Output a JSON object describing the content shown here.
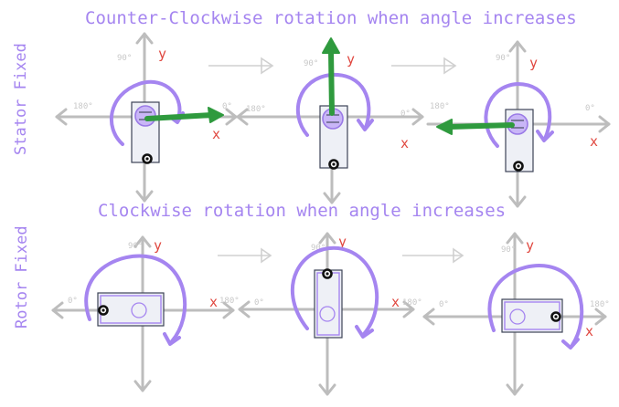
{
  "top_title": "Counter-Clockwise rotation when angle increases",
  "bottom_title": "Clockwise rotation when angle increases",
  "row_labels": {
    "stator": "Stator Fixed",
    "rotor": "Rotor Fixed"
  },
  "axis_labels": {
    "x": "x",
    "y": "y",
    "deg0": "0°",
    "deg90": "90°",
    "deg180": "180°"
  },
  "colors": {
    "title": "#a585f0",
    "rotation_arrow": "#a585f0",
    "vector": "#2f9a3e",
    "axis_letters": "#e0473f",
    "axes": "#bdbdbd"
  }
}
